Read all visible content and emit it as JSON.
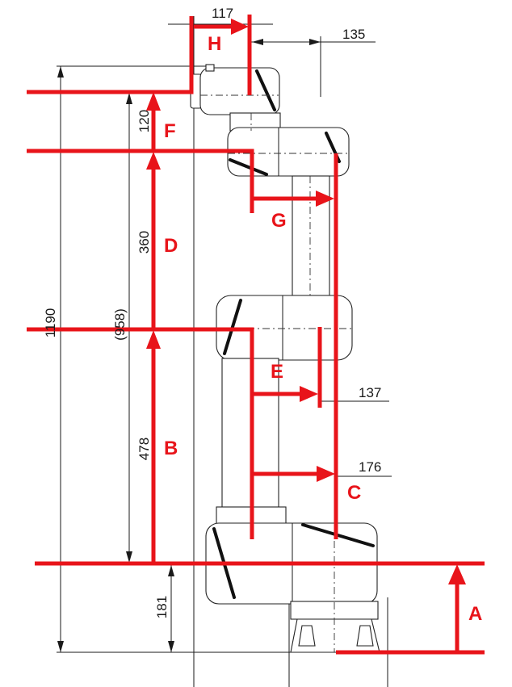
{
  "dimensions": {
    "top_width": "117",
    "top_offset": "135",
    "elbow_offset": "137",
    "shoulder_offset": "176",
    "total_height": "1190",
    "arm_height": "(958)",
    "upper_arm": "360",
    "lower_arm": "478",
    "wrist": "120",
    "base": "181"
  },
  "labels": {
    "a": "A",
    "b": "B",
    "c": "C",
    "d": "D",
    "e": "E",
    "f": "F",
    "g": "G",
    "h": "H"
  },
  "colors": {
    "highlight": "#e8141a",
    "lines": "#1a1a1a"
  }
}
